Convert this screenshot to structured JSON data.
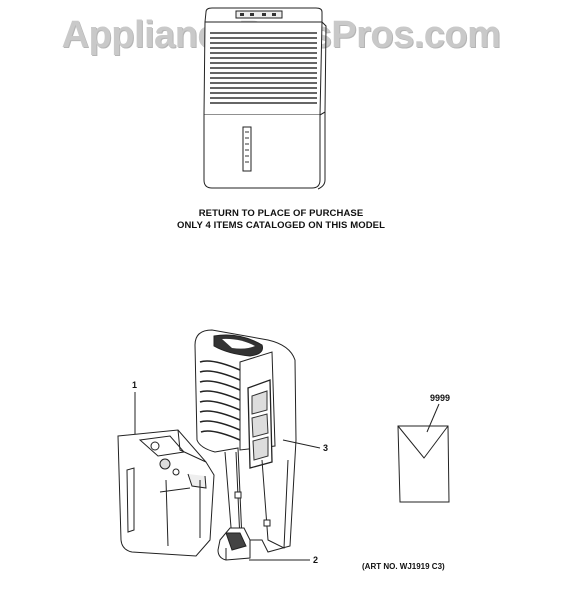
{
  "watermark": {
    "text": "AppliancePartsPros.com"
  },
  "notice": {
    "line1": "RETURN TO PLACE OF PURCHASE",
    "line2": "ONLY 4 ITEMS CATALOGED ON THIS MODEL"
  },
  "callouts": {
    "part_1": "1",
    "part_2": "2",
    "part_3": "3",
    "part_9999": "9999"
  },
  "art_number": "(ART NO. WJ1919 C3)"
}
